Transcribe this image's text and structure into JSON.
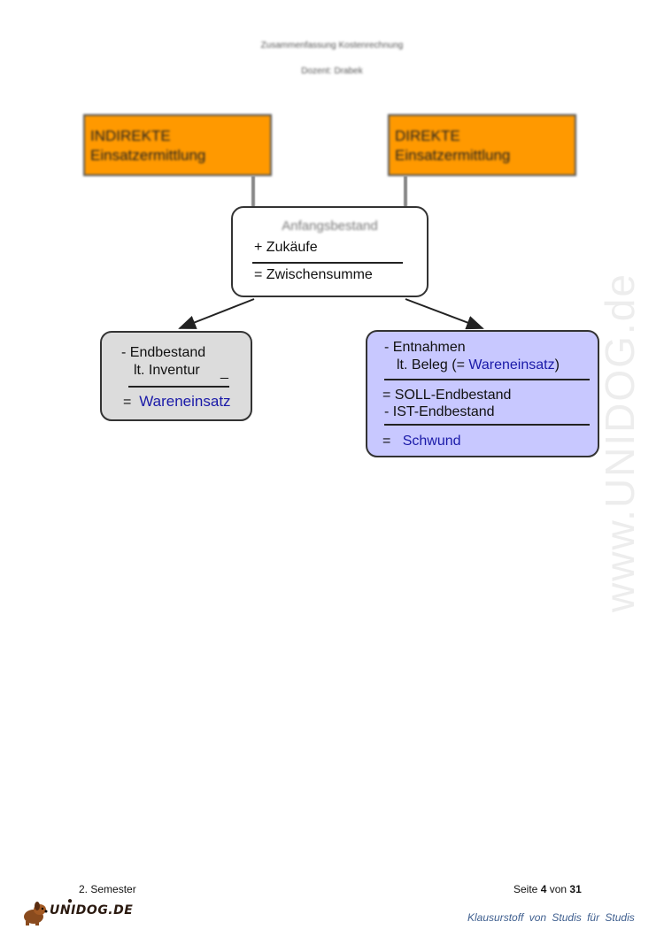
{
  "header": {
    "line1": "Zusammenfassung Kostenrechnung",
    "line2": "Dozent: Drabek"
  },
  "watermark": "www.UNIDOG.de",
  "diagram": {
    "indirect_box": {
      "line1": "INDIREKTE",
      "line2": "Einsatzermittlung"
    },
    "direct_box": {
      "line1": "DIREKTE",
      "line2": "Einsatzermittlung"
    },
    "center_box": {
      "line0": "Anfangsbestand",
      "line1": "+  Zukäufe",
      "line2": "=  Zwischensumme"
    },
    "left_box": {
      "line1": "-  Endbestand",
      "line2": "lt. Inventur",
      "mark": "_",
      "line3_prefix": "=",
      "line3_value": "Wareneinsatz"
    },
    "right_box": {
      "line1": "-  Entnahmen",
      "line2_prefix": "lt. Beleg (= ",
      "line2_value": "Wareneinsatz",
      "line2_suffix": ")",
      "line3": "= SOLL-Endbestand",
      "line4": "-  IST-Endbestand",
      "line5_prefix": "=",
      "line5_value": "Schwund"
    }
  },
  "footer": {
    "semester": "2. Semester",
    "page_prefix": "Seite ",
    "page_current": "4",
    "page_mid": " von ",
    "page_total": "31",
    "logo_text": "UNIDOG.DE",
    "slogan": "Klausurstoff von Studis für Studis"
  },
  "colors": {
    "orange": "#ff9900",
    "gray_box": "#dcdcdc",
    "lavender_box": "#c8c8ff",
    "accent_blue": "#1a1aa8"
  }
}
